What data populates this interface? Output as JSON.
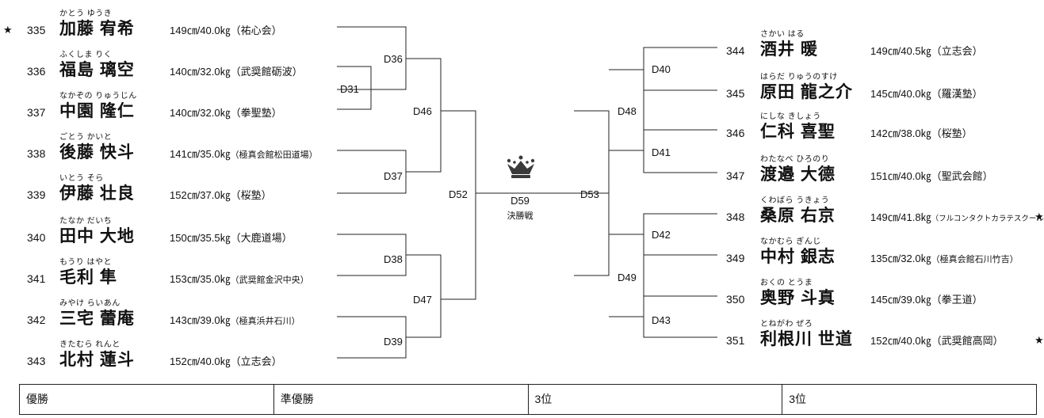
{
  "left_entries": [
    {
      "star": "★",
      "num": "335",
      "furigana": "かとう ゆうき",
      "name": "加藤 宥希",
      "stats": "149㎝/40.0㎏",
      "club": "（祐心会）",
      "club_size": "normal"
    },
    {
      "star": "",
      "num": "336",
      "furigana": "ふくしま りく",
      "name": "福島 璃空",
      "stats": "140㎝/32.0㎏",
      "club": "（武奨館砺波）",
      "club_size": "normal"
    },
    {
      "star": "",
      "num": "337",
      "furigana": "なかぞの りゅうじん",
      "name": "中園 隆仁",
      "stats": "140㎝/32.0㎏",
      "club": "（拳聖塾）",
      "club_size": "normal"
    },
    {
      "star": "",
      "num": "338",
      "furigana": "ごとう かいと",
      "name": "後藤 快斗",
      "stats": "141㎝/35.0㎏",
      "club": "（極真会館松田道場）",
      "club_size": "small"
    },
    {
      "star": "",
      "num": "339",
      "furigana": "いとう そら",
      "name": "伊藤 壮良",
      "stats": "152㎝/37.0㎏",
      "club": "（桜塾）",
      "club_size": "normal"
    },
    {
      "star": "",
      "num": "340",
      "furigana": "たなか だいち",
      "name": "田中 大地",
      "stats": "150㎝/35.5㎏",
      "club": "（大鹿道場）",
      "club_size": "normal"
    },
    {
      "star": "",
      "num": "341",
      "furigana": "もうり はやと",
      "name": "毛利 隼",
      "stats": "153㎝/35.0㎏",
      "club": "（武奨館金沢中央）",
      "club_size": "small"
    },
    {
      "star": "",
      "num": "342",
      "furigana": "みやけ らいあん",
      "name": "三宅 蕾庵",
      "stats": "143㎝/39.0㎏",
      "club": "（極真浜井石川）",
      "club_size": "small"
    },
    {
      "star": "",
      "num": "343",
      "furigana": "きたむら れんと",
      "name": "北村 蓮斗",
      "stats": "152㎝/40.0㎏",
      "club": "（立志会）",
      "club_size": "normal"
    }
  ],
  "right_entries": [
    {
      "num": "344",
      "furigana": "さかい はる",
      "name": "酒井 暖",
      "stats": "149㎝/40.5㎏",
      "club": "（立志会）",
      "club_size": "normal",
      "star": ""
    },
    {
      "num": "345",
      "furigana": "はらだ りゅうのすけ",
      "name": "原田 龍之介",
      "stats": "145㎝/40.0㎏",
      "club": "（羅漢塾）",
      "club_size": "normal",
      "star": ""
    },
    {
      "num": "346",
      "furigana": "にしな きしょう",
      "name": "仁科 喜聖",
      "stats": "142㎝/38.0㎏",
      "club": "（桜塾）",
      "club_size": "normal",
      "star": ""
    },
    {
      "num": "347",
      "furigana": "わたなべ ひろのり",
      "name": "渡邉 大德",
      "stats": "151㎝/40.0㎏",
      "club": "（聖武会館）",
      "club_size": "normal",
      "star": ""
    },
    {
      "num": "348",
      "furigana": "くわばら うきょう",
      "name": "桑原 右京",
      "stats": "149㎝/41.8㎏",
      "club": "（フルコンタクトカラテスクール）",
      "club_size": "xsmall",
      "star": "★"
    },
    {
      "num": "349",
      "furigana": "なかむら ぎんじ",
      "name": "中村 銀志",
      "stats": "135㎝/32.0㎏",
      "club": "（極真会館石川竹吉）",
      "club_size": "small",
      "star": ""
    },
    {
      "num": "350",
      "furigana": "おくの とうま",
      "name": "奥野 斗真",
      "stats": "145㎝/39.0㎏",
      "club": "（拳王道）",
      "club_size": "normal",
      "star": ""
    },
    {
      "num": "351",
      "furigana": "とねがわ ぜろ",
      "name": "利根川 世道",
      "stats": "152㎝/40.0㎏",
      "club": "（武奨館高岡）",
      "club_size": "normal",
      "star": "★"
    }
  ],
  "matches": {
    "D31": "D31",
    "D36": "D36",
    "D37": "D37",
    "D38": "D38",
    "D39": "D39",
    "D46": "D46",
    "D47": "D47",
    "D52": "D52",
    "D40": "D40",
    "D41": "D41",
    "D42": "D42",
    "D43": "D43",
    "D48": "D48",
    "D49": "D49",
    "D53": "D53"
  },
  "final": {
    "label": "D59",
    "sub": "決勝戦",
    "icon": "crown-icon"
  },
  "results": [
    "優勝",
    "準優勝",
    "3位",
    "3位"
  ]
}
